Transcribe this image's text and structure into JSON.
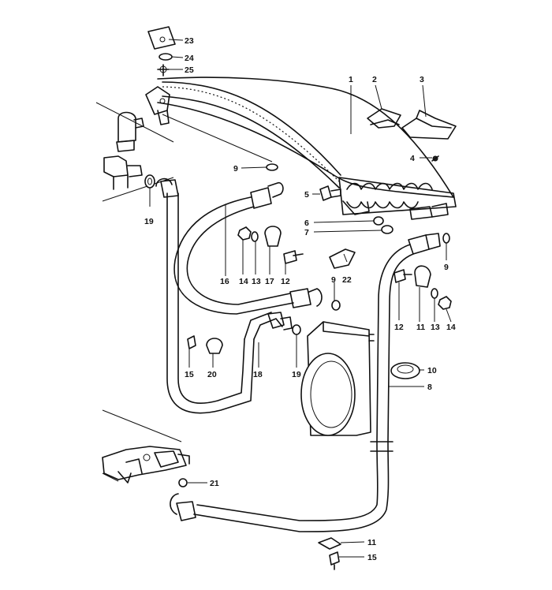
{
  "callouts": {
    "c1": "1",
    "c2": "2",
    "c3": "3",
    "c4": "4",
    "c5": "5",
    "c6": "6",
    "c7": "7",
    "c8": "8",
    "c9a": "9",
    "c9b": "9",
    "c9c": "9",
    "c10": "10",
    "c11a": "11",
    "c11b": "11",
    "c12a": "12",
    "c12b": "12",
    "c13a": "13",
    "c13b": "13",
    "c14a": "14",
    "c14b": "14",
    "c15a": "15",
    "c15b": "15",
    "c16": "16",
    "c17": "17",
    "c18": "18",
    "c19a": "19",
    "c19b": "19",
    "c20": "20",
    "c21": "21",
    "c22": "22",
    "c23": "23",
    "c24": "24",
    "c25": "25"
  }
}
